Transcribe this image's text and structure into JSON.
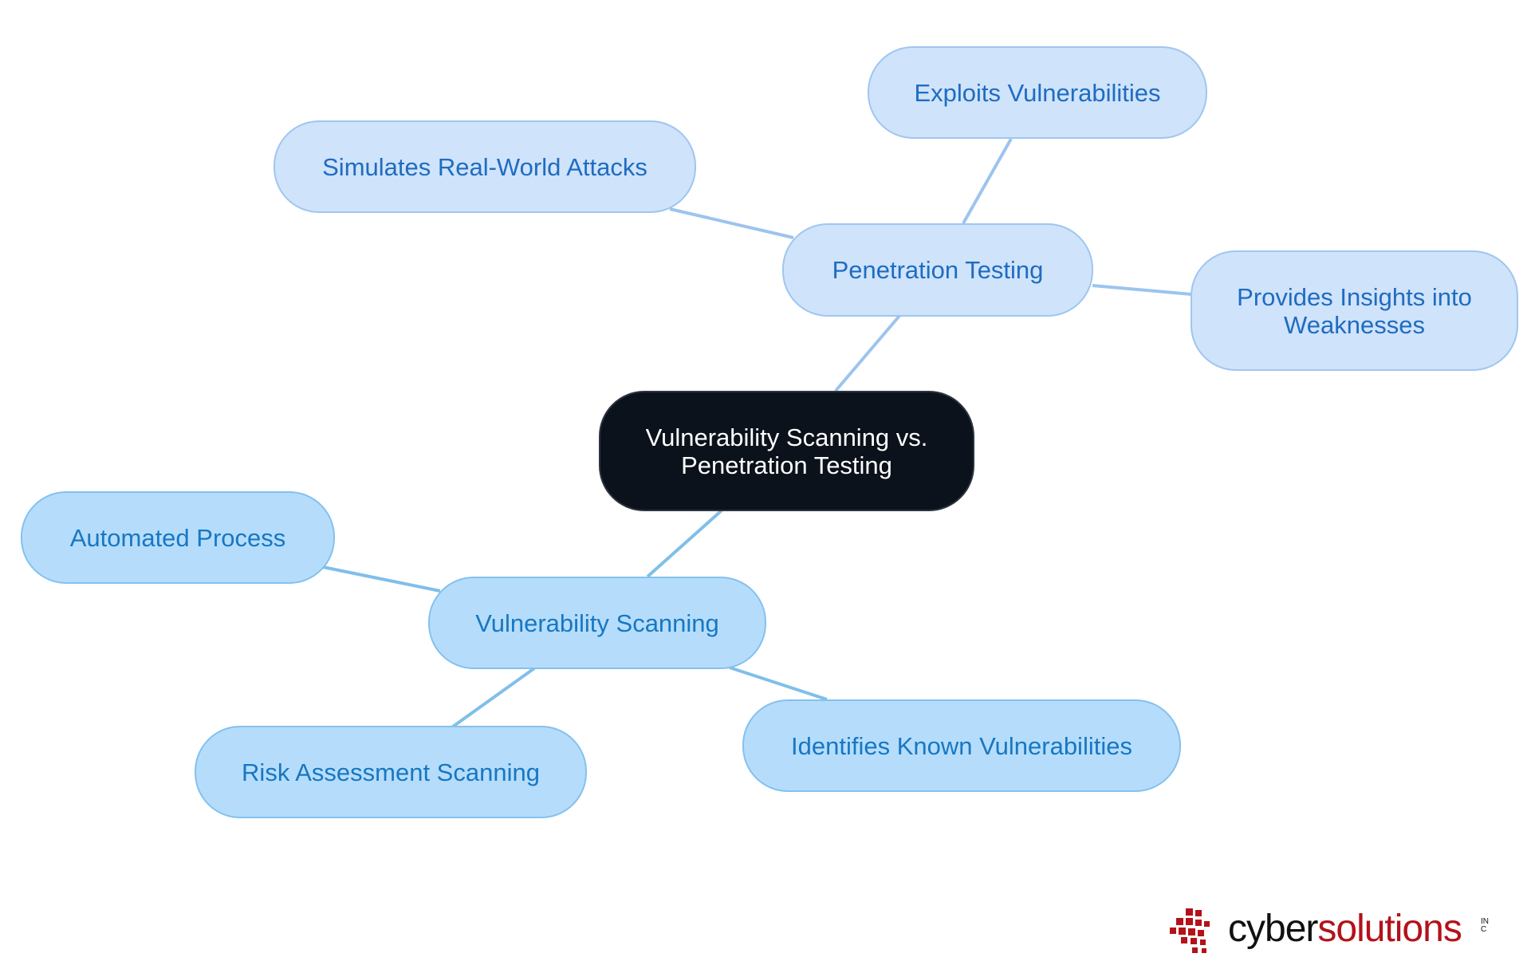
{
  "diagram": {
    "type": "mind-map",
    "root": {
      "label": "Vulnerability Scanning vs. Penetration Testing"
    },
    "branches": [
      {
        "label": "Penetration Testing",
        "children": [
          {
            "label": "Exploits Vulnerabilities"
          },
          {
            "label": "Simulates Real-World Attacks"
          },
          {
            "label": "Provides Insights into Weaknesses"
          }
        ]
      },
      {
        "label": "Vulnerability Scanning",
        "children": [
          {
            "label": "Automated Process"
          },
          {
            "label": "Risk Assessment Scanning"
          },
          {
            "label": "Identifies Known Vulnerabilities"
          }
        ]
      }
    ],
    "colors": {
      "root_fill": "#0b121b",
      "root_text": "#ffffff",
      "penetration_fill": "#cfe3fb",
      "penetration_border": "#9fc6ef",
      "penetration_text": "#1f6cc0",
      "penetration_edge": "#9cc4ee",
      "scanning_fill": "#b5ddfb",
      "scanning_border": "#84c1ef",
      "scanning_text": "#1877c2",
      "scanning_edge": "#80bfe9"
    }
  },
  "logo": {
    "word_part1": "cyber",
    "word_part2": "solutions",
    "suffix": "INC",
    "colors": {
      "dark": "#111111",
      "red": "#b3121a"
    }
  }
}
